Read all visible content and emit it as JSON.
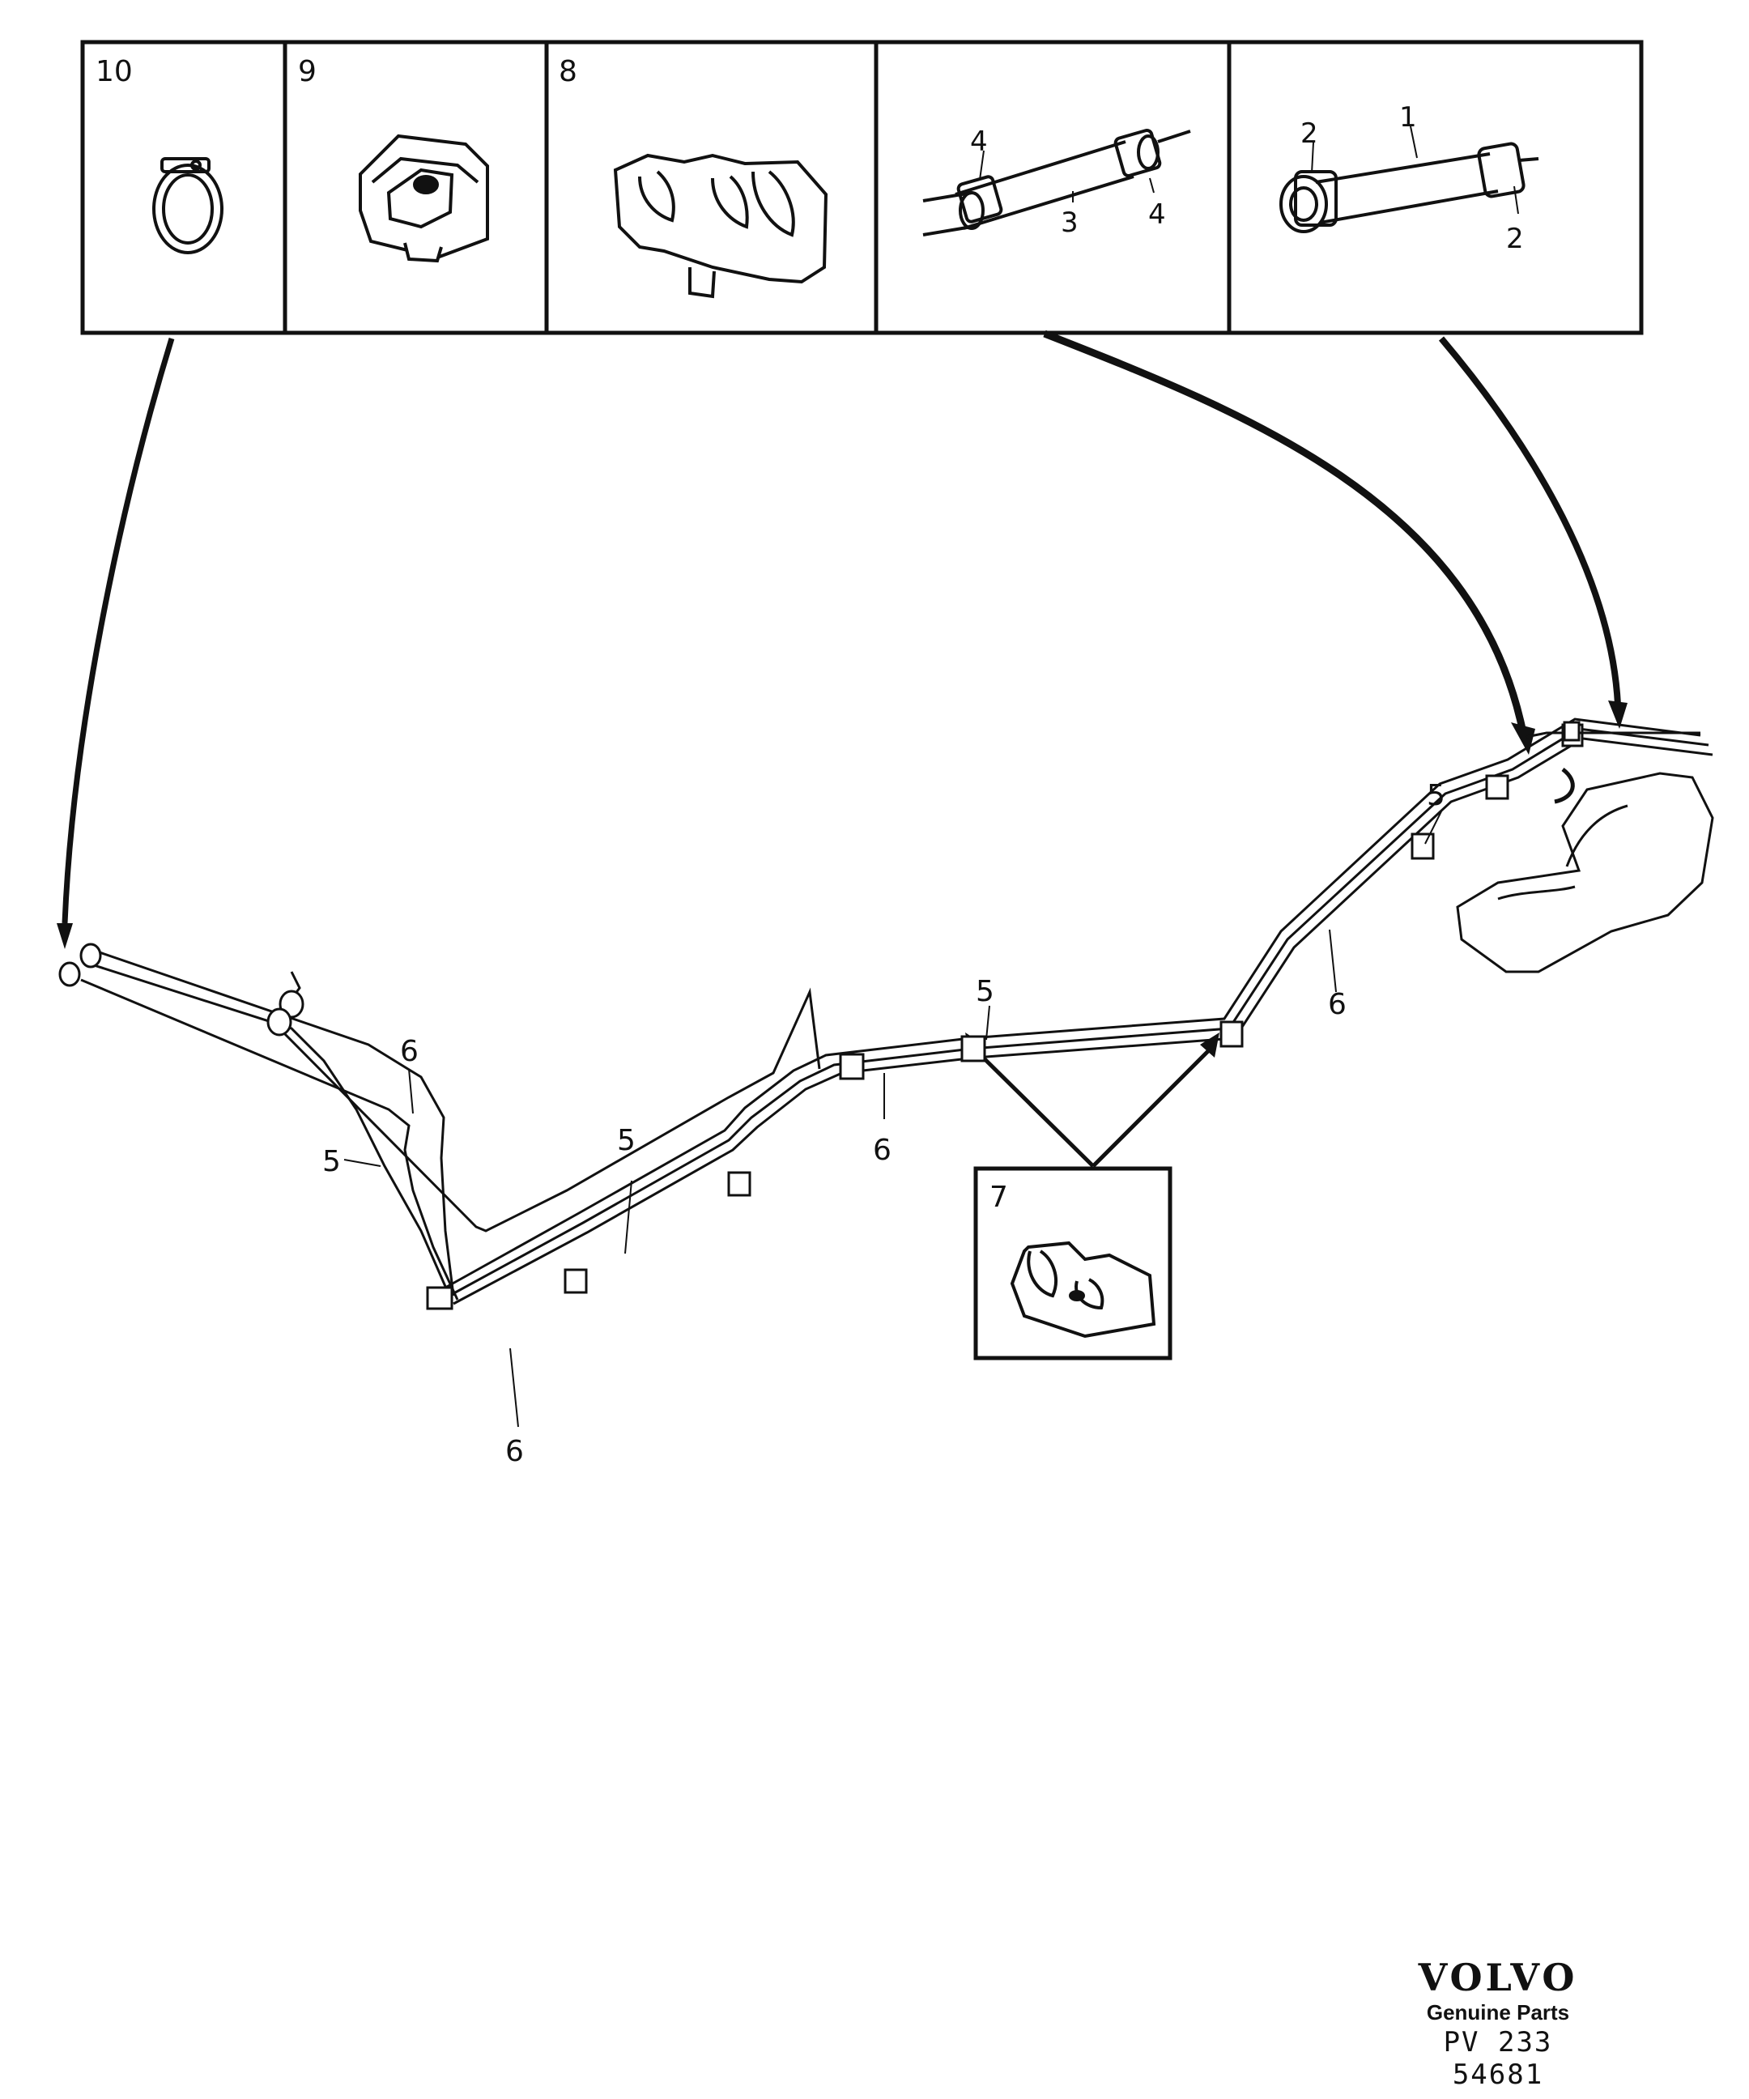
{
  "callouts": {
    "box10": "10",
    "box9": "9",
    "box8": "8",
    "box4a": "4",
    "box3": "3",
    "box4b": "4",
    "box2a": "2",
    "box1": "1",
    "box2b": "2",
    "box7": "7",
    "c5_top_right": "5",
    "c6_right": "6",
    "c5_mid": "5",
    "c6_mid": "6",
    "c5_left_mid": "5",
    "c6_upper_left": "6",
    "c5_left": "5",
    "c6_bottom": "6"
  },
  "brand": {
    "logo": "VOLVO",
    "subtitle": "Genuine Parts",
    "code": "PV  233 54681"
  }
}
